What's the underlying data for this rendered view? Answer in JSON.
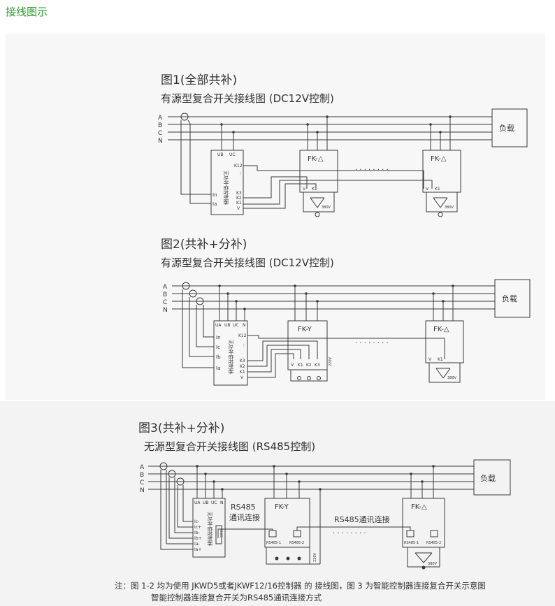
{
  "page_heading": "接线图示",
  "colors": {
    "heading": "#2e9b2e",
    "line": "#3a3a3a"
  },
  "fig1": {
    "title": "图1(全部共补)",
    "subtitle": "有源型复合开关接线图 (DC12V控制)",
    "bus": [
      "A",
      "B",
      "C",
      "N"
    ],
    "load": "负载",
    "ctrl_text": "无功补偿控制器",
    "ctrl_top": [
      "UB",
      "UC"
    ],
    "ctrl_left": [
      "In",
      "Ia"
    ],
    "ctrl_right": [
      "K12",
      "K3",
      "K2",
      "K1",
      "V"
    ],
    "switch_a": "FK-△",
    "switch_b": "FK-△",
    "sw_pins": [
      "V",
      "K1"
    ],
    "cap_v": "380V",
    "dots": "· · · · · · · ·"
  },
  "fig2": {
    "title": "图2(共补+分补)",
    "subtitle": "有源型复合开关接线图 (DC12V控制)",
    "bus": [
      "A",
      "B",
      "C",
      "N"
    ],
    "load": "负载",
    "ctrl_text": "无功补偿控制器",
    "ctrl_top": [
      "UA",
      "UB",
      "UC",
      "N"
    ],
    "ctrl_left": [
      "In",
      "Ic",
      "Ib",
      "Ia"
    ],
    "ctrl_right": [
      "K12",
      "K3",
      "K2",
      "K1",
      "V"
    ],
    "switch_a": "FK-Y",
    "switch_b": "FK-△",
    "sw_a_pins": [
      "V",
      "K1",
      "K2",
      "K3"
    ],
    "sw_b_pins": [
      "V",
      "K1"
    ],
    "cap_a_v": "220V",
    "cap_b_v": "380V",
    "dots": "· · · · · · · ·"
  },
  "fig3": {
    "title": "图3(共补+分补)",
    "subtitle": "无源型复合开关接线图 (RS485控制)",
    "bus": [
      "A",
      "B",
      "C",
      "N"
    ],
    "load": "负载",
    "ctrl_text": "无功补偿控制器",
    "ctrl_top": [
      "UA",
      "UB",
      "UC",
      "N"
    ],
    "ctrl_left": [
      "Ic-",
      "Ic+",
      "Ib-",
      "Ib+",
      "Ia-",
      "Ia+"
    ],
    "ctrl_port": "RS485",
    "comm_label_1": "RS485",
    "comm_label_2": "通讯连接",
    "comm_label_3": "RS485通讯连接",
    "switch_a": "FK-Y",
    "switch_b": "FK-△",
    "sw_a_ports": [
      "RS485-1",
      "RS485-2"
    ],
    "sw_b_ports": [
      "RS485-1",
      "RS485-2"
    ],
    "cap_a_v": "220V",
    "cap_b_v": "380V",
    "dots": "· · · · · · · ·"
  },
  "note": {
    "line1": "注：图 1-2 均为使用 JKWD5或者JKWF12/16控制器 的 接线图，图 3 为智能控制器连接复合开关示意图",
    "line2": "智能控制器连接复合开关为RS485通讯连接方式"
  }
}
